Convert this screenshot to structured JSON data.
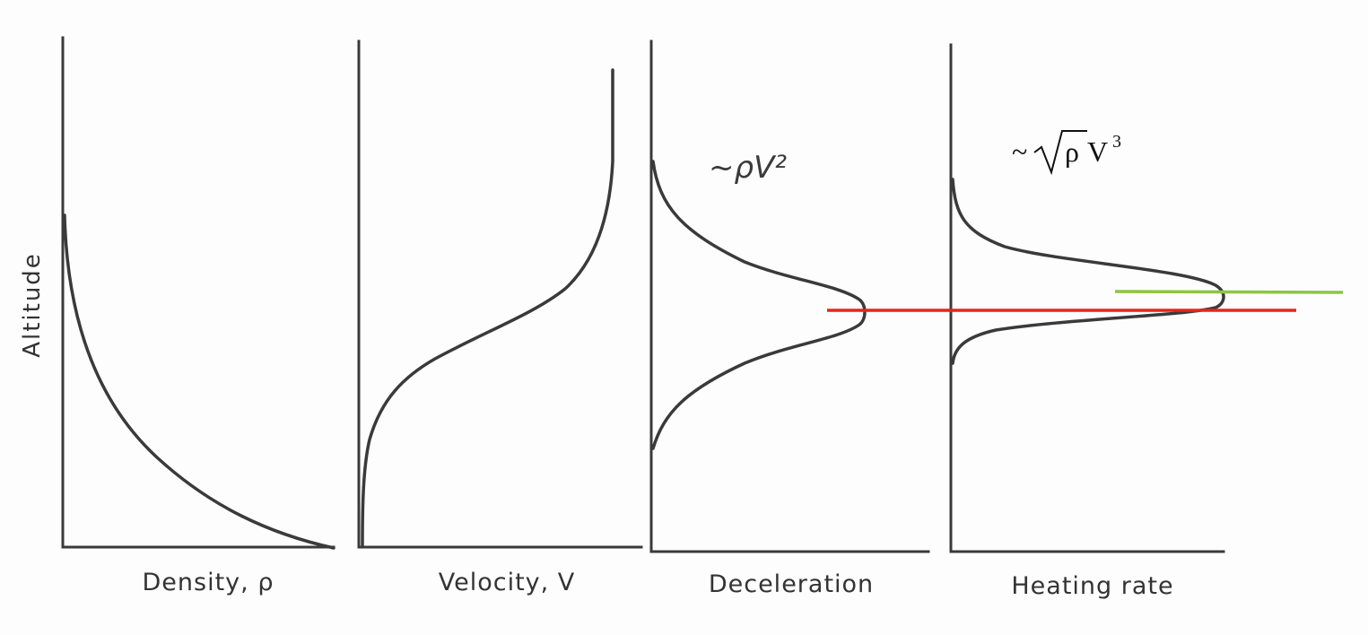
{
  "y_axis_label": "Altitude",
  "panels": [
    {
      "xlabel": "Density, ρ"
    },
    {
      "xlabel": "Velocity, V"
    },
    {
      "xlabel": "Deceleration",
      "annotation": "~ρV²"
    },
    {
      "xlabel": "Heating rate",
      "annotation_prefix": "~",
      "annotation_radicand": "ρ",
      "annotation_rest": "V",
      "annotation_exp": "3"
    }
  ],
  "markers": [
    {
      "name": "red",
      "color": "#e8241a"
    },
    {
      "name": "green",
      "color": "#8cc63f"
    }
  ]
}
